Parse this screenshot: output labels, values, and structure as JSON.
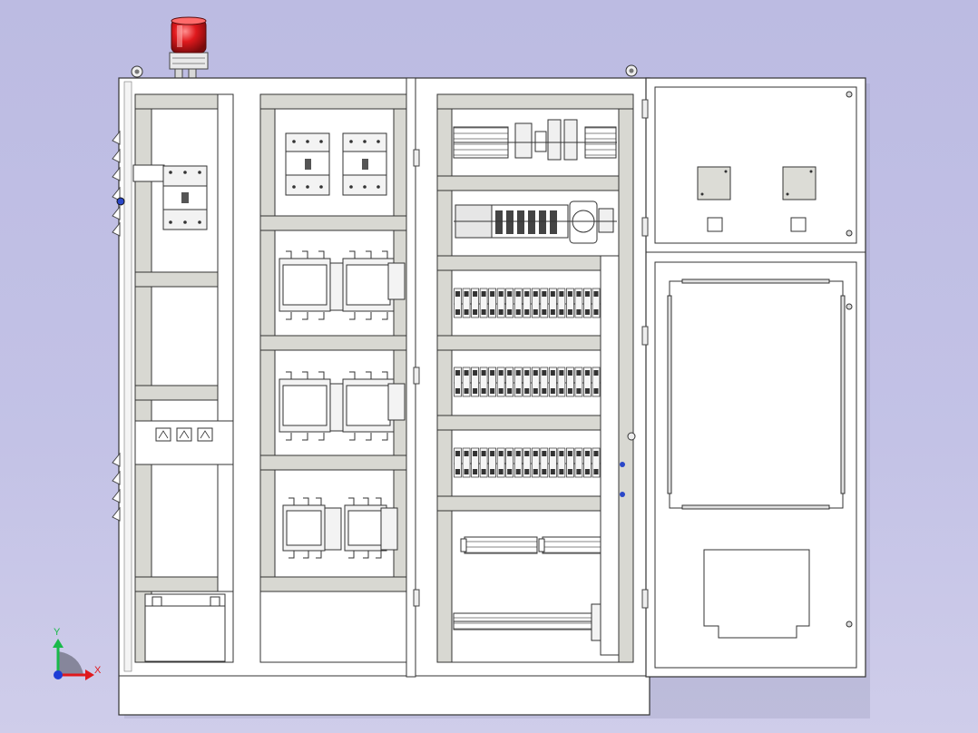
{
  "viewport": {
    "background": "#c2c1e5"
  },
  "beacon": {
    "color": "#e0191d"
  },
  "cabinet": {
    "body_color": "#ffffff",
    "frame_color": "#d8d8d2",
    "line_color": "#333333",
    "sections": [
      "left-bay",
      "breaker-bay",
      "terminal-bay",
      "control-door-upper",
      "control-door-lower"
    ]
  },
  "breaker_bay": {
    "rows": [
      {
        "type": "mccb",
        "count": 2
      },
      {
        "type": "contactor-pair",
        "count": 2
      },
      {
        "type": "contactor-pair",
        "count": 2
      },
      {
        "type": "contactor-pair-small",
        "count": 2
      }
    ]
  },
  "terminal_bay": {
    "rows": [
      "terminal-strip",
      "plc-rack",
      "relay-row",
      "relay-row",
      "relay-row",
      "busbar-row",
      "terminal-row"
    ],
    "relays_per_row": 17
  },
  "upper_door": {
    "meters": 2,
    "indicator_lamps": 2
  },
  "triad_cover": {
    "count": 3
  },
  "axis_triad": {
    "x_label": "X",
    "y_label": "Y",
    "x_color": "#e0191d",
    "y_color": "#19b94a",
    "z_color": "#1e3cd6"
  }
}
